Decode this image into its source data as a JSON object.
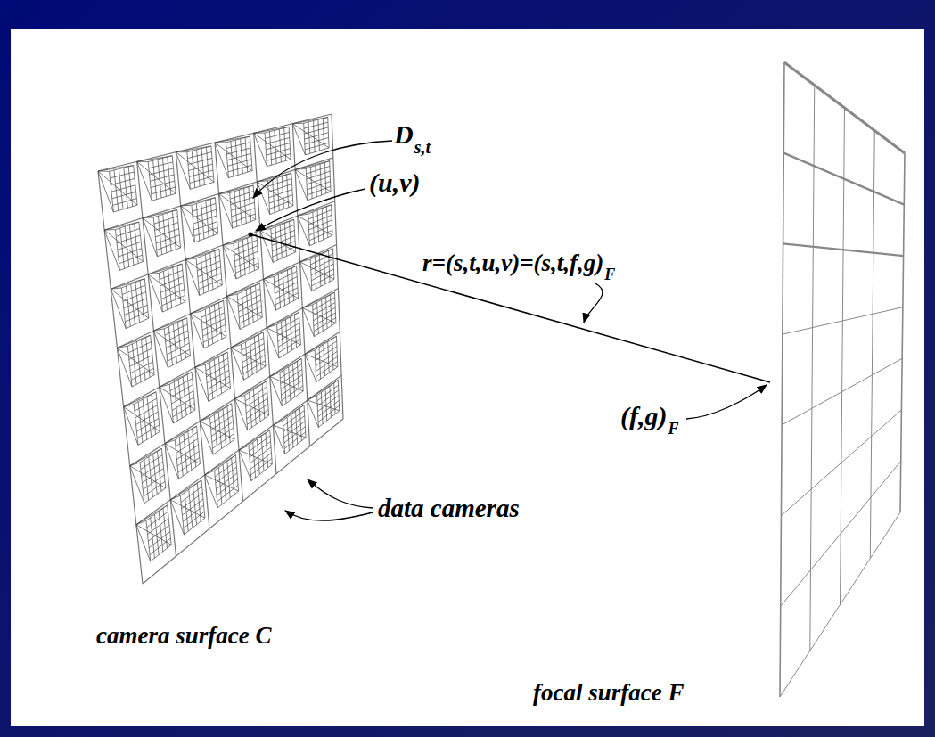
{
  "diagram": {
    "labels": [
      "D",
      "s,t",
      "(u,v)",
      "r=(s,t,u,v)=(s,t,f,g)",
      "F",
      "(f,g)",
      "F",
      "data cameras",
      "camera surface C",
      "focal surface F"
    ]
  }
}
